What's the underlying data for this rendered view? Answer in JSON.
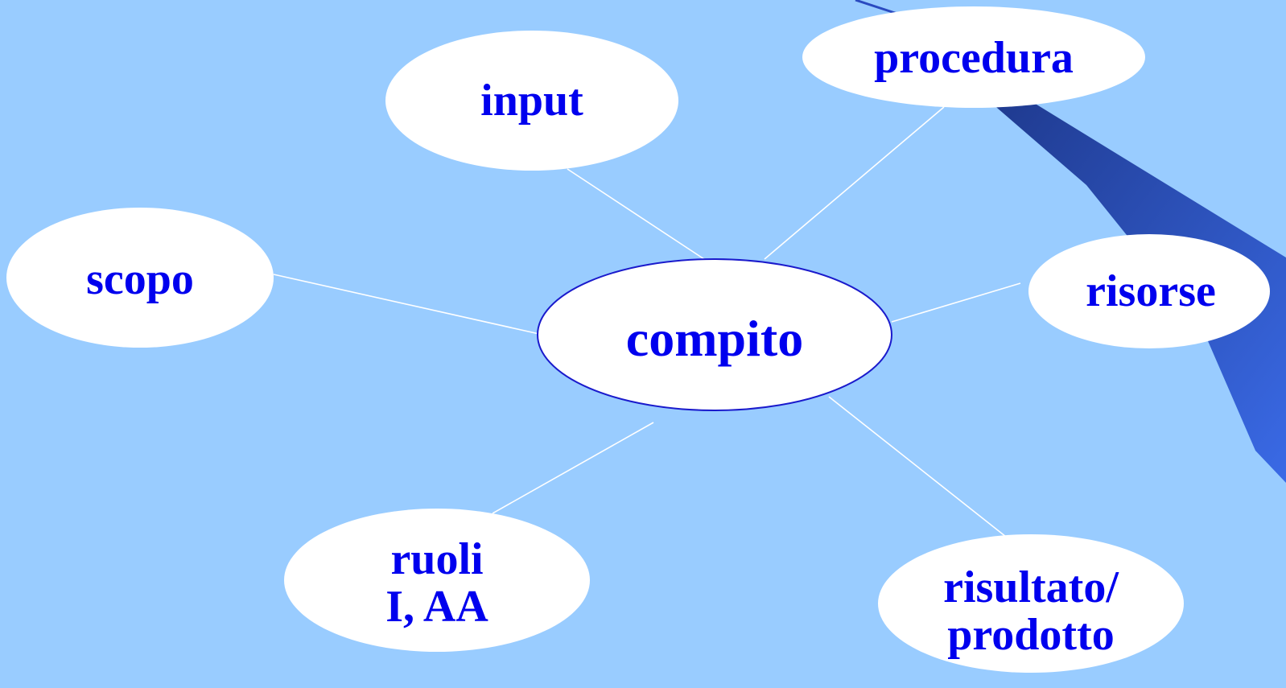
{
  "diagram": {
    "center": {
      "label": "compito"
    },
    "nodes": [
      {
        "id": "input",
        "lines": [
          "input"
        ]
      },
      {
        "id": "procedura",
        "lines": [
          "procedura"
        ]
      },
      {
        "id": "scopo",
        "lines": [
          "scopo"
        ]
      },
      {
        "id": "risorse",
        "lines": [
          "risorse"
        ]
      },
      {
        "id": "ruoli",
        "lines": [
          "ruoli",
          "I, AA"
        ]
      },
      {
        "id": "risultato",
        "lines": [
          "risultato/",
          "prodotto"
        ]
      }
    ]
  },
  "colors": {
    "background": "#99ccff",
    "node_fill": "#ffffff",
    "text": "#0000ee",
    "center_outline": "#1a1acc",
    "connector": "#ffffff",
    "decor_dark": "#1f3a8f",
    "decor_light": "#3366dd"
  }
}
